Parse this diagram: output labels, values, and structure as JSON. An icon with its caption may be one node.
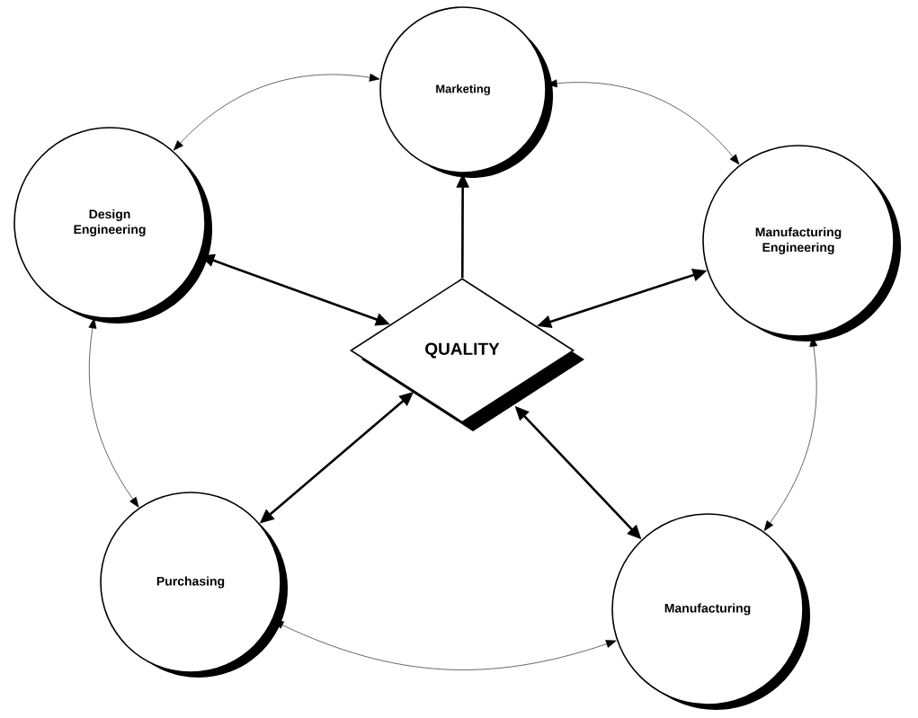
{
  "diagram": {
    "nodes": [
      {
        "text": [
          "Marketing"
        ]
      },
      {
        "text": [
          "Design Engineering"
        ]
      },
      {
        "text": [
          "Manufacturing Engineering"
        ]
      },
      {
        "text": [
          "QUALITY"
        ]
      },
      {
        "text": [
          "Purchasing"
        ]
      },
      {
        "text": [
          "Manufacturing"
        ]
      }
    ],
    "edges": [
      {
        "from": 3,
        "to": 0,
        "arrow": "to",
        "style": "thick"
      },
      {
        "from": 1,
        "to": 3,
        "arrow": "both",
        "style": "thick"
      },
      {
        "from": 3,
        "to": 2,
        "arrow": "both",
        "style": "thick"
      },
      {
        "from": 4,
        "to": 3,
        "arrow": "both",
        "style": "thick"
      },
      {
        "from": 3,
        "to": 5,
        "arrow": "both",
        "style": "thick"
      },
      {
        "from": 0,
        "to": 1,
        "arrow": "both"
      },
      {
        "from": 0,
        "to": 2,
        "arrow": "both"
      },
      {
        "from": 2,
        "to": 5,
        "arrow": "both"
      },
      {
        "from": 5,
        "to": 4,
        "arrow": "both"
      },
      {
        "from": 4,
        "to": 1,
        "arrow": "both"
      }
    ]
  }
}
